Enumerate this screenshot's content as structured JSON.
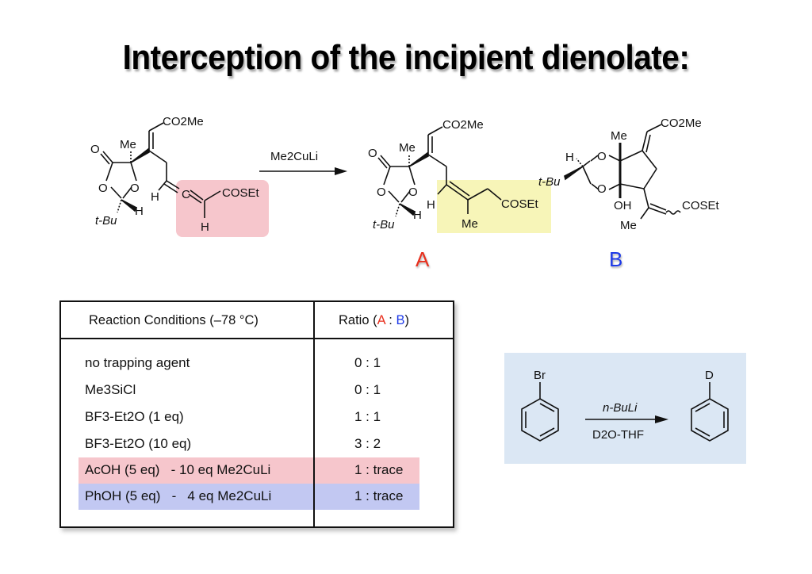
{
  "title": "Interception of the incipient dienolate:",
  "scheme": {
    "reagent": "Me2CuLi",
    "starting_material": {
      "labels": [
        "CO2Me",
        "Me",
        "O",
        "O",
        "O",
        "t-Bu",
        "H",
        "H",
        "C",
        "COSEt",
        "H"
      ],
      "highlight_color": "#f6c6cc"
    },
    "product_a": {
      "label": "A",
      "color": "#e8301e",
      "labels": [
        "CO2Me",
        "Me",
        "O",
        "O",
        "O",
        "t-Bu",
        "H",
        "H",
        "Me",
        "COSEt"
      ],
      "highlight_color": "#f7f5b8"
    },
    "product_b": {
      "label": "B",
      "color": "#1e3ae8",
      "labels": [
        "CO2Me",
        "Me",
        "H",
        "O",
        "O",
        "t-Bu",
        "OH",
        "Me",
        "COSEt"
      ]
    }
  },
  "table": {
    "header_conditions": "Reaction Conditions (–78 °C)",
    "header_ratio_prefix": "Ratio (",
    "header_ratio_a": "A",
    "header_ratio_sep": " : ",
    "header_ratio_b": "B",
    "header_ratio_suffix": ")",
    "rows": [
      {
        "conditions": "no trapping agent",
        "ratio": "0 : 1",
        "highlight": "none"
      },
      {
        "conditions": "Me3SiCl",
        "ratio": "0 : 1",
        "highlight": "none"
      },
      {
        "conditions": "BF3-Et2O (1 eq)",
        "ratio": "1 : 1",
        "highlight": "none"
      },
      {
        "conditions": "BF3-Et2O (10 eq)",
        "ratio": "3 : 2",
        "highlight": "none"
      },
      {
        "conditions": "AcOH (5 eq)   - 10 eq Me2CuLi",
        "ratio": "1 : trace",
        "highlight": "pink"
      },
      {
        "conditions": "PhOH (5 eq)   -   4 eq Me2CuLi",
        "ratio": "1 : trace",
        "highlight": "blue"
      }
    ]
  },
  "inset": {
    "reactant_label": "Br",
    "reagent_top": "n-BuLi",
    "reagent_bottom": "D2O-THF",
    "product_label": "D",
    "background": "#dbe7f4"
  }
}
